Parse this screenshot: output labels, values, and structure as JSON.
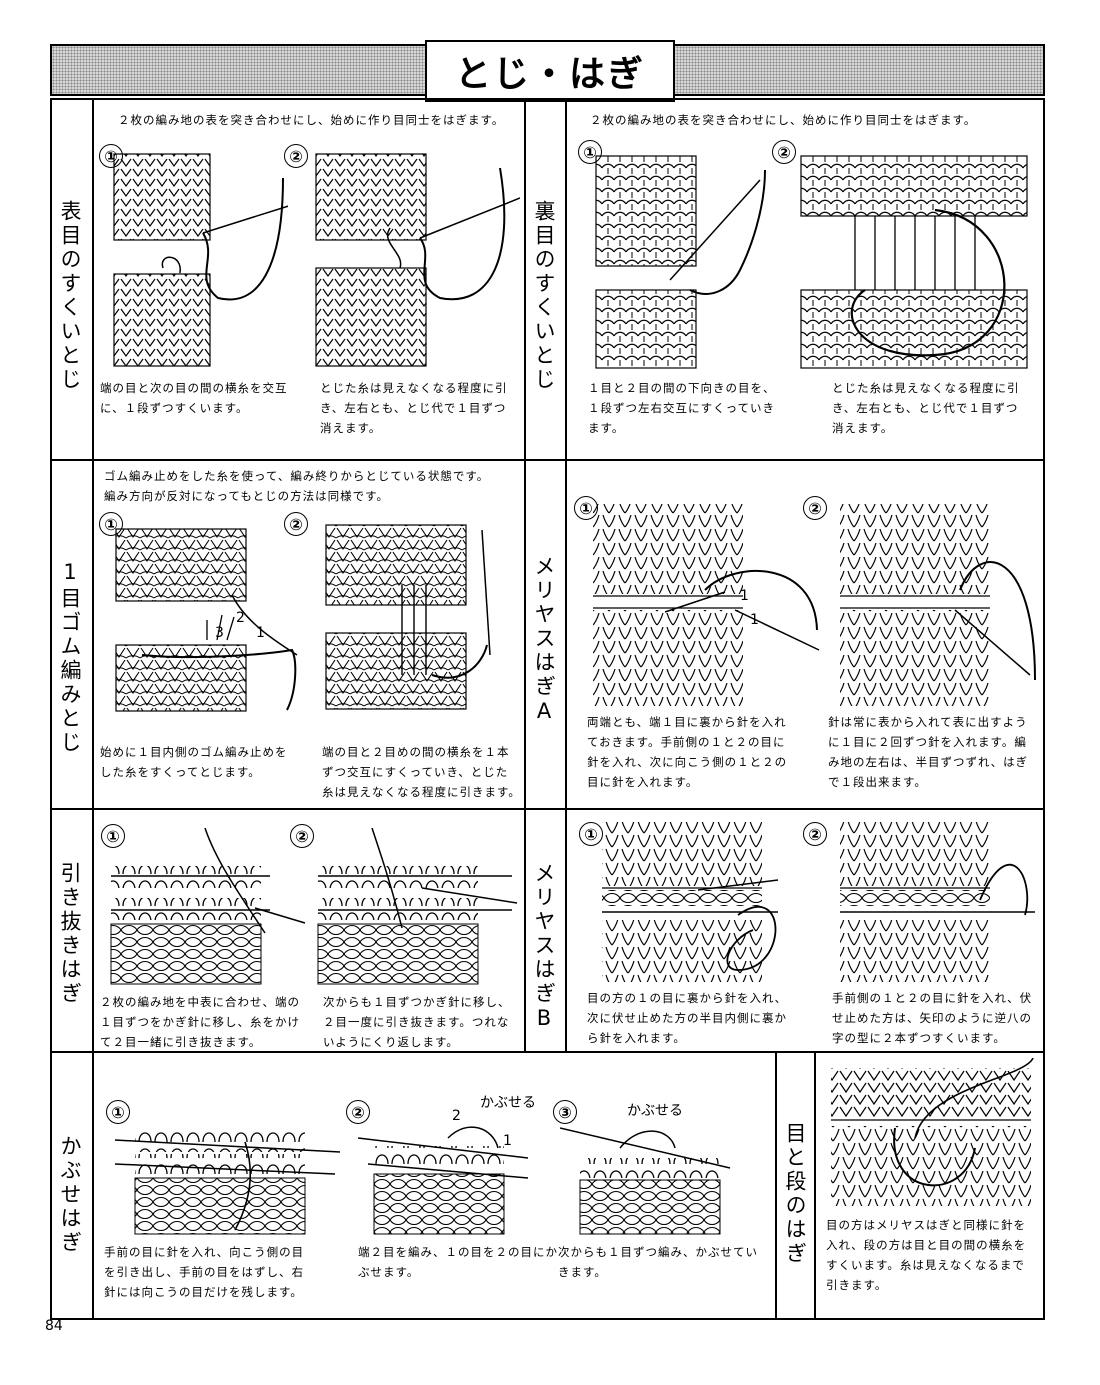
{
  "title": "とじ・はぎ",
  "page_number": "84",
  "step_numbers": {
    "one": "①",
    "two": "②",
    "three": "③"
  },
  "sections": {
    "omote": {
      "label": "表目のすくいとじ",
      "intro": "２枚の編み地の表を突き合わせにし、始めに作り目同士をはぎます。",
      "step1_text": "端の目と次の目の間の横糸を交互\nに、１段ずつすくいます。",
      "step2_text": "とじた糸は見えなくなる程度に引\nき、左右とも、とじ代で１目ずつ\n消えます。"
    },
    "ura": {
      "label": "裏目のすくいとじ",
      "intro": "２枚の編み地の表を突き合わせにし、始めに作り目同士をはぎます。",
      "step1_text": "１目と２目の間の下向きの目を、\n１段ずつ左右交互にすくっていき\nます。",
      "step2_text": "とじた糸は見えなくなる程度に引\nき、左右とも、とじ代で１目ずつ\n消えます。"
    },
    "gomu": {
      "label": "1目ゴム編みとじ",
      "intro": "ゴム編み止めをした糸を使って、編み終りからとじている状態です。\n編み方向が反対になってもとじの方法は同様です。",
      "step1_text": "始めに１目内側のゴム編み止めを\nした糸をすくってとじます。",
      "step2_text": "端の目と２目めの間の横糸を１本\nずつ交互にすくっていき、とじた\n糸は見えなくなる程度に引きます。",
      "arrow_labels": [
        "2",
        "3",
        "1"
      ]
    },
    "meriyasu_a": {
      "label": "メリヤスはぎA",
      "step1_text": "両端とも、端１目に裏から針を入れ\nておきます。手前側の１と２の目に\n針を入れ、次に向こう側の１と２の\n目に針を入れます。",
      "step2_text": "針は常に表から入れて表に出すよう\nに１目に２回ずつ針を入れます。編\nみ地の左右は、半目ずつずれ、はぎ\nで１段出来ます。",
      "arrow_labels": [
        "1",
        "1"
      ]
    },
    "hikinuki": {
      "label": "引き抜きはぎ",
      "step1_text": "２枚の編み地を中表に合わせ、端の\n１目ずつをかぎ針に移し、糸をかけ\nて２目一緒に引き抜きます。",
      "step2_text": "次からも１目ずつかぎ針に移し、\n２目一度に引き抜きます。つれな\nいようにくり返します。"
    },
    "meriyasu_b": {
      "label": "メリヤスはぎB",
      "step1_text": "目の方の１の目に裏から針を入れ、\n次に伏せ止めた方の半目内側に裏か\nら針を入れます。",
      "step2_text": "手前側の１と２の目に針を入れ、伏\nせ止めた方は、矢印のように逆八の\n字の型に２本ずつすくいます。"
    },
    "kabuse": {
      "label": "かぶせはぎ",
      "step1_text": "手前の目に針を入れ、向こう側の目\nを引き出し、手前の目をはずし、右\n針には向こうの目だけを残します。",
      "step2_text": "端２目を編み、１の目を２の目にか\nぶせます。",
      "step3_text": "次からも１目ずつ編み、かぶせてい\nきます。",
      "annotation": "かぶせる",
      "step2_labels": [
        "2",
        "1"
      ]
    },
    "me_to_dan": {
      "label": "目と段のはぎ",
      "text": "目の方はメリヤスはぎと同様に針を\n入れ、段の方は目と目の間の横糸を\nすくいます。糸は見えなくなるまで\n引きます。"
    }
  }
}
